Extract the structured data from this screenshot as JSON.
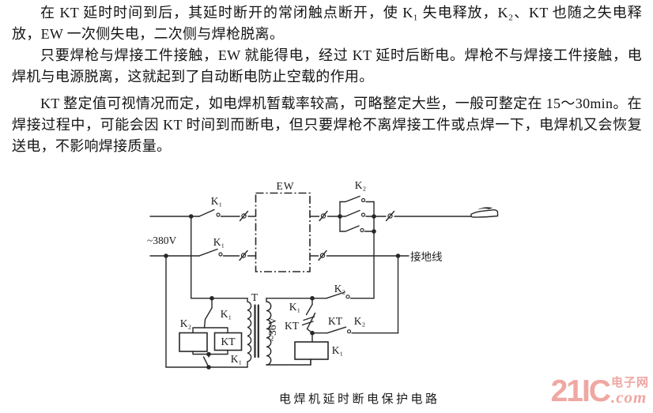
{
  "document": {
    "paragraphs": [
      "在 KT 延时时间到后，其延时断开的常闭触点断开，使 K₁ 失电释放，K₂、KT 也随之失电释放，EW 一次侧失电，二次侧与焊枪脱离。",
      "只要焊枪与焊接工件接触，EW 就能得电，经过 KT 延时后断电。焊枪不与焊接工件接触，电焊机与电源脱离，这就起到了自动断电防止空载的作用。",
      "KT 整定值可视情况而定，如电焊机暂载率较高，可略整定大些，一般可整定在 15～30min。在焊接过程中，可能会因 KT 时间到而断电，但只要焊枪不离焊接工件或点焊一下，电焊机又会恢复送电，不影响焊接质量。"
    ],
    "figure_caption": "电焊机延时断电保护电路"
  },
  "circuit": {
    "labels": {
      "supply_voltage": "~380V",
      "welder_box": "EW",
      "ground_wire": "接地线",
      "transformer": "T",
      "secondary_voltage": "~36V",
      "k1": "K₁",
      "k2": "K₂",
      "kt": "KT"
    },
    "line_color": "#282828"
  },
  "watermark": {
    "brand": "21IC",
    "suffix": ".com",
    "site_name": "电子网",
    "color": "#f0a7a2"
  }
}
